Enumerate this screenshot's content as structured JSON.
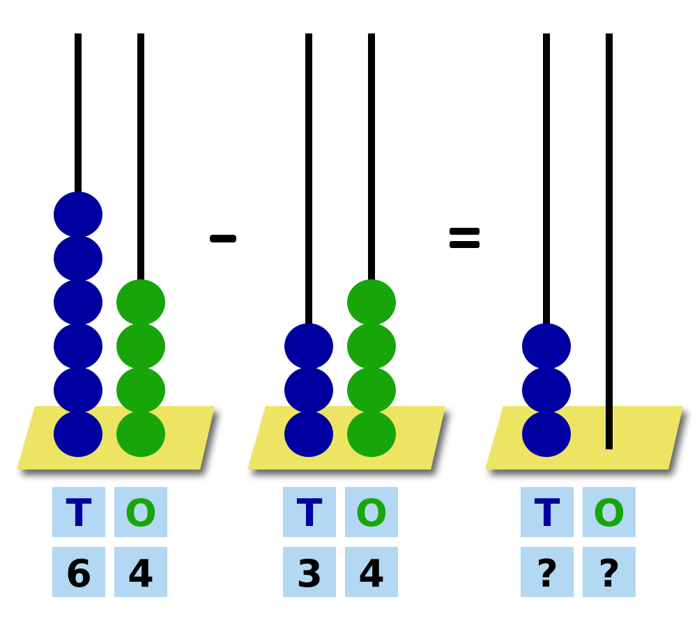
{
  "colors": {
    "tens_bead": "#0000A0",
    "ones_bead": "#17A50A",
    "base": "#EEE463",
    "label_box": "#B3D8F3",
    "tens_text": "#0000A0",
    "ones_text": "#17A50A",
    "digit_text": "#000000"
  },
  "operators": {
    "minus": "−",
    "equals": "="
  },
  "abacuses": [
    {
      "tens": 6,
      "ones": 4,
      "labels": {
        "tens": "T",
        "ones": "O"
      },
      "digits": {
        "tens": "6",
        "ones": "4"
      }
    },
    {
      "tens": 3,
      "ones": 4,
      "labels": {
        "tens": "T",
        "ones": "O"
      },
      "digits": {
        "tens": "3",
        "ones": "4"
      }
    },
    {
      "tens": 3,
      "ones": 0,
      "labels": {
        "tens": "T",
        "ones": "O"
      },
      "digits": {
        "tens": "?",
        "ones": "?"
      }
    }
  ]
}
